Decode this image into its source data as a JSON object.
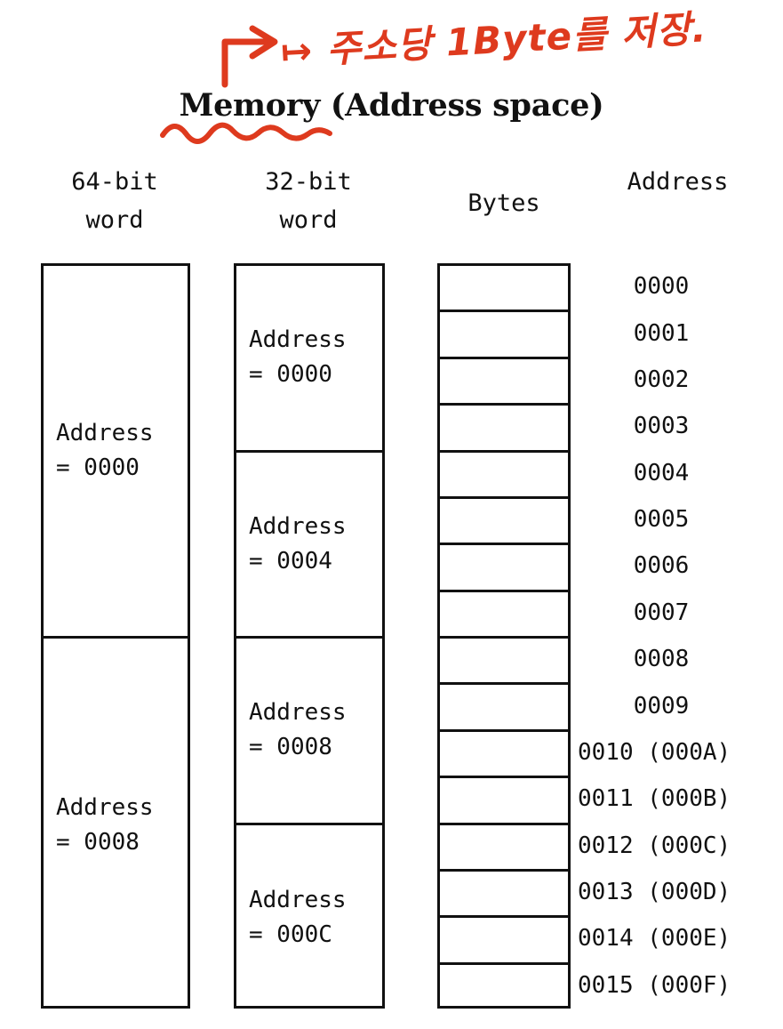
{
  "title": "Memory (Address space)",
  "annotation": {
    "text": "↦ 주소당 1Byte를 저장.",
    "color": "#DE3A1E",
    "underline_target": "Memory"
  },
  "headers": {
    "word64": "64-bit\nword",
    "word32": "32-bit\nword",
    "bytes": "Bytes",
    "address": "Address"
  },
  "colors": {
    "ink": "#111111",
    "annotation_red": "#DE3A1E",
    "background": "#FFFFFF"
  },
  "columns": {
    "word64": {
      "label": "64-bit word",
      "bytes_per_cell": 8,
      "cells": [
        {
          "text": "Address\n=  0000",
          "address": "0000"
        },
        {
          "text": "Address\n=  0008",
          "address": "0008"
        }
      ]
    },
    "word32": {
      "label": "32-bit word",
      "bytes_per_cell": 4,
      "cells": [
        {
          "text": "Address\n=  0000",
          "address": "0000"
        },
        {
          "text": "Address\n=  0004",
          "address": "0004"
        },
        {
          "text": "Address\n=  0008",
          "address": "0008"
        },
        {
          "text": "Address\n=  000C",
          "address": "000C"
        }
      ]
    },
    "bytes": {
      "label": "Bytes",
      "count": 16
    },
    "addresses": [
      {
        "label": "0000",
        "hex_note": ""
      },
      {
        "label": "0001",
        "hex_note": ""
      },
      {
        "label": "0002",
        "hex_note": ""
      },
      {
        "label": "0003",
        "hex_note": ""
      },
      {
        "label": "0004",
        "hex_note": ""
      },
      {
        "label": "0005",
        "hex_note": ""
      },
      {
        "label": "0006",
        "hex_note": ""
      },
      {
        "label": "0007",
        "hex_note": ""
      },
      {
        "label": "0008",
        "hex_note": ""
      },
      {
        "label": "0009",
        "hex_note": ""
      },
      {
        "label": "0010 (000A)",
        "hex_note": "000A"
      },
      {
        "label": "0011 (000B)",
        "hex_note": "000B"
      },
      {
        "label": "0012 (000C)",
        "hex_note": "000C"
      },
      {
        "label": "0013 (000D)",
        "hex_note": "000D"
      },
      {
        "label": "0014 (000E)",
        "hex_note": "000E"
      },
      {
        "label": "0015 (000F)",
        "hex_note": "000F"
      }
    ]
  }
}
